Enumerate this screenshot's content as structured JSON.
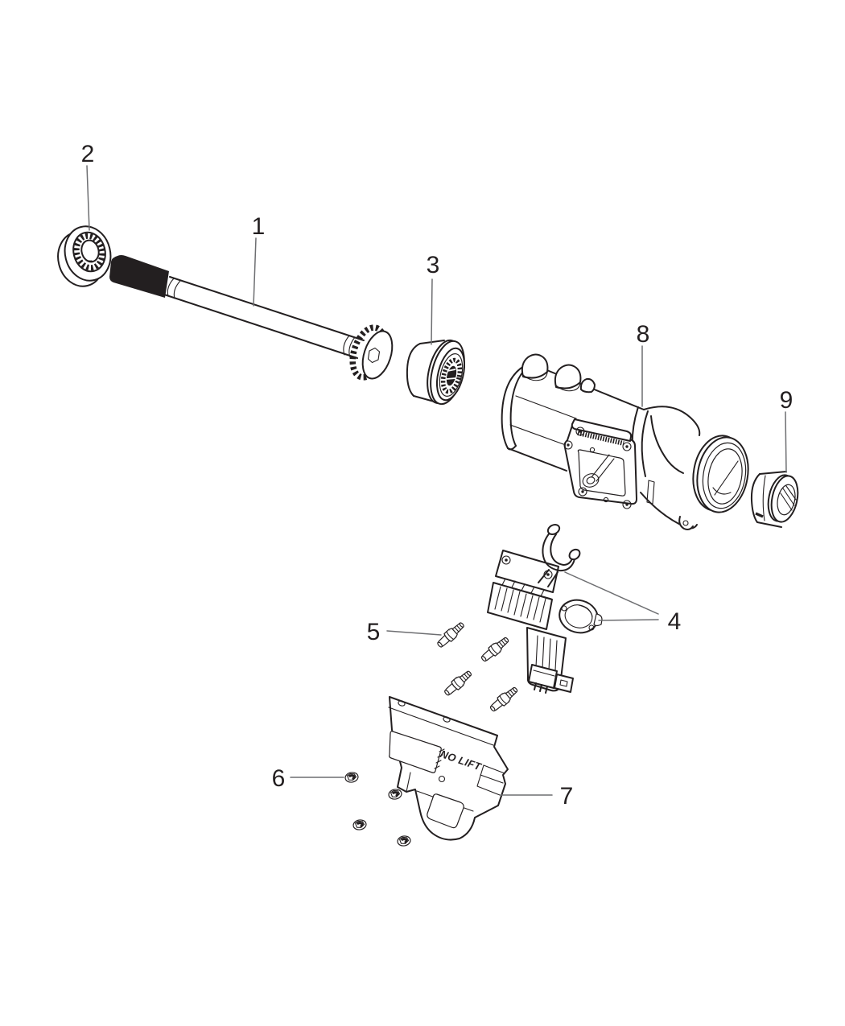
{
  "page": {
    "background": "#ffffff",
    "artwork_line_color": "#231f20",
    "leader_line_color": "#6d6e71"
  },
  "callouts": [
    {
      "number": "1"
    },
    {
      "number": "2"
    },
    {
      "number": "3"
    },
    {
      "number": "4"
    },
    {
      "number": "5"
    },
    {
      "number": "6"
    },
    {
      "number": "7"
    },
    {
      "number": "8"
    },
    {
      "number": "9"
    }
  ],
  "stamped_text": "NO LIFT"
}
